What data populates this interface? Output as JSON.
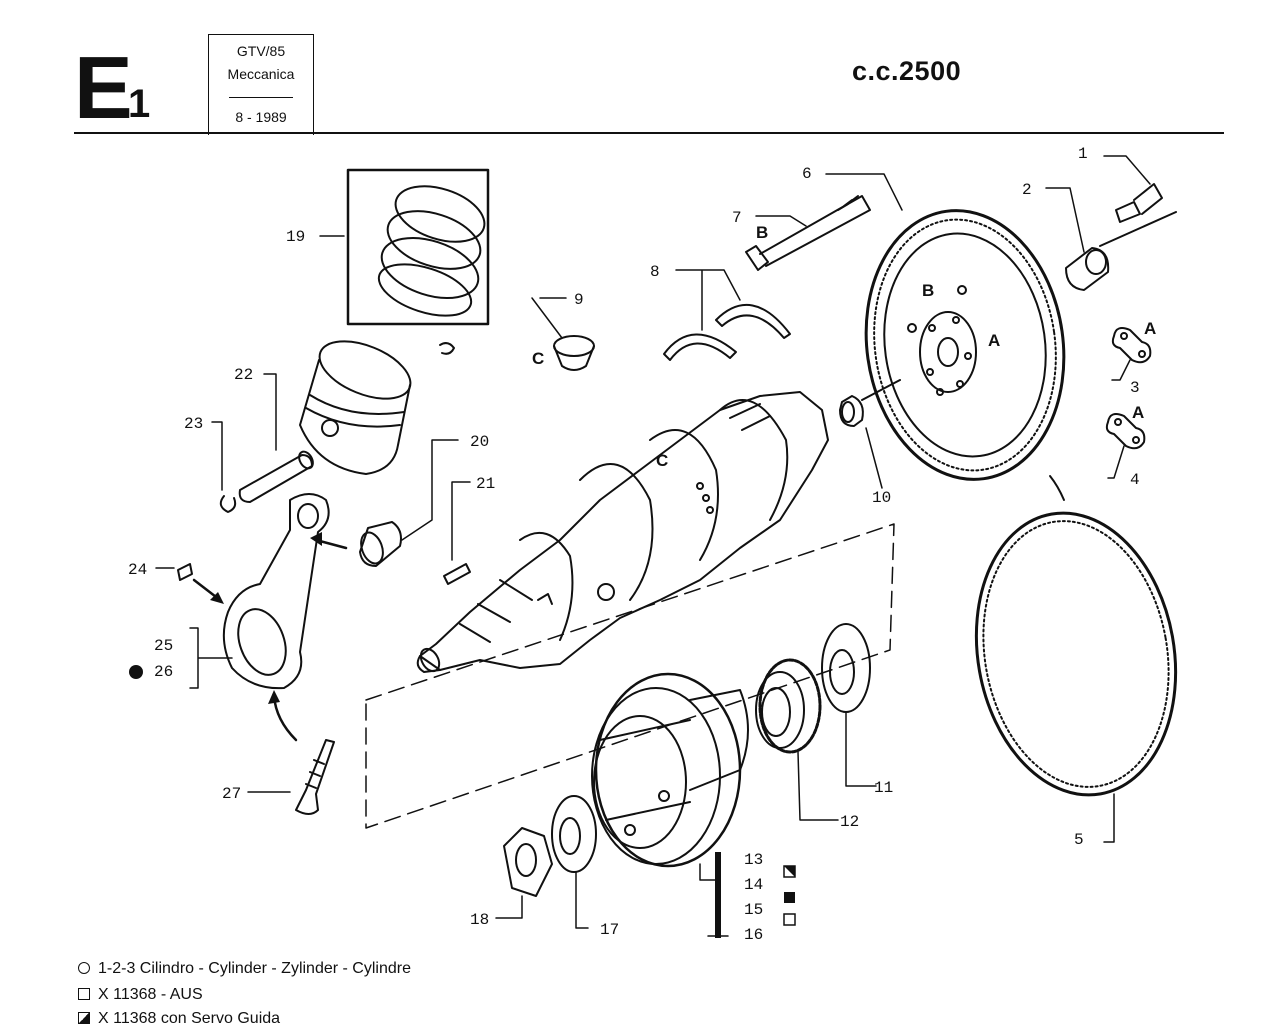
{
  "header": {
    "section_letter": "E",
    "section_number": "1",
    "model": "GTV/85",
    "category": "Meccanica",
    "date": "8 - 1989",
    "displacement": "c.c.2500"
  },
  "callouts": {
    "n1": "1",
    "n2": "2",
    "n3": "3",
    "n4": "4",
    "n5": "5",
    "n6": "6",
    "n7": "7",
    "n8": "8",
    "n9": "9",
    "n10": "10",
    "n11": "11",
    "n12": "12",
    "n13": "13",
    "n14": "14",
    "n15": "15",
    "n16": "16",
    "n17": "17",
    "n18": "18",
    "n19": "19",
    "n20": "20",
    "n21": "21",
    "n22": "22",
    "n23": "23",
    "n24": "24",
    "n25": "25",
    "n26": "26",
    "n27": "27"
  },
  "markers": {
    "a1": "A",
    "a2": "A",
    "a3": "A",
    "b1": "B",
    "b2": "B",
    "c1": "C",
    "c2": "C"
  },
  "legend": [
    {
      "symbol": "circle-marker",
      "text": "1-2-3 Cilindro - Cylinder - Zylinder - Cylindre"
    },
    {
      "symbol": "square-outline",
      "text": "X 11368 - AUS"
    },
    {
      "symbol": "square-half",
      "text": "X 11368 con Servo Guida"
    }
  ]
}
